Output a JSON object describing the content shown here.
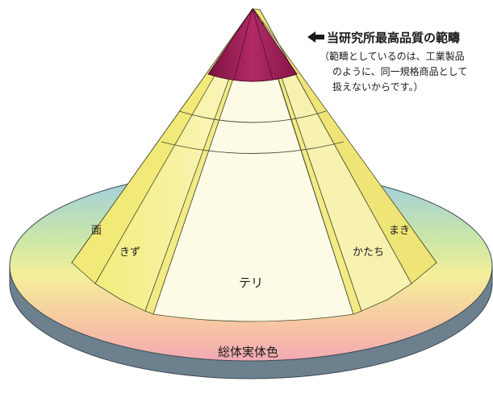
{
  "annotation": {
    "arrow_icon": "left-arrow-icon",
    "title": "当研究所最高品質の範疇",
    "note_lines": [
      "（範疇としているのは、工業製品",
      "のように、同一規格商品として",
      "扱えないからです。）"
    ]
  },
  "cone": {
    "tip_label": "",
    "segments": [
      "面",
      "きず",
      "テリ",
      "かたち",
      "まき"
    ]
  },
  "base": {
    "label": "総体実体色"
  },
  "colors": {
    "tip": "#a8205c",
    "cone_light": "#fdfbe0",
    "panel": "#f4f08a",
    "base_edge": "#6e8290"
  }
}
